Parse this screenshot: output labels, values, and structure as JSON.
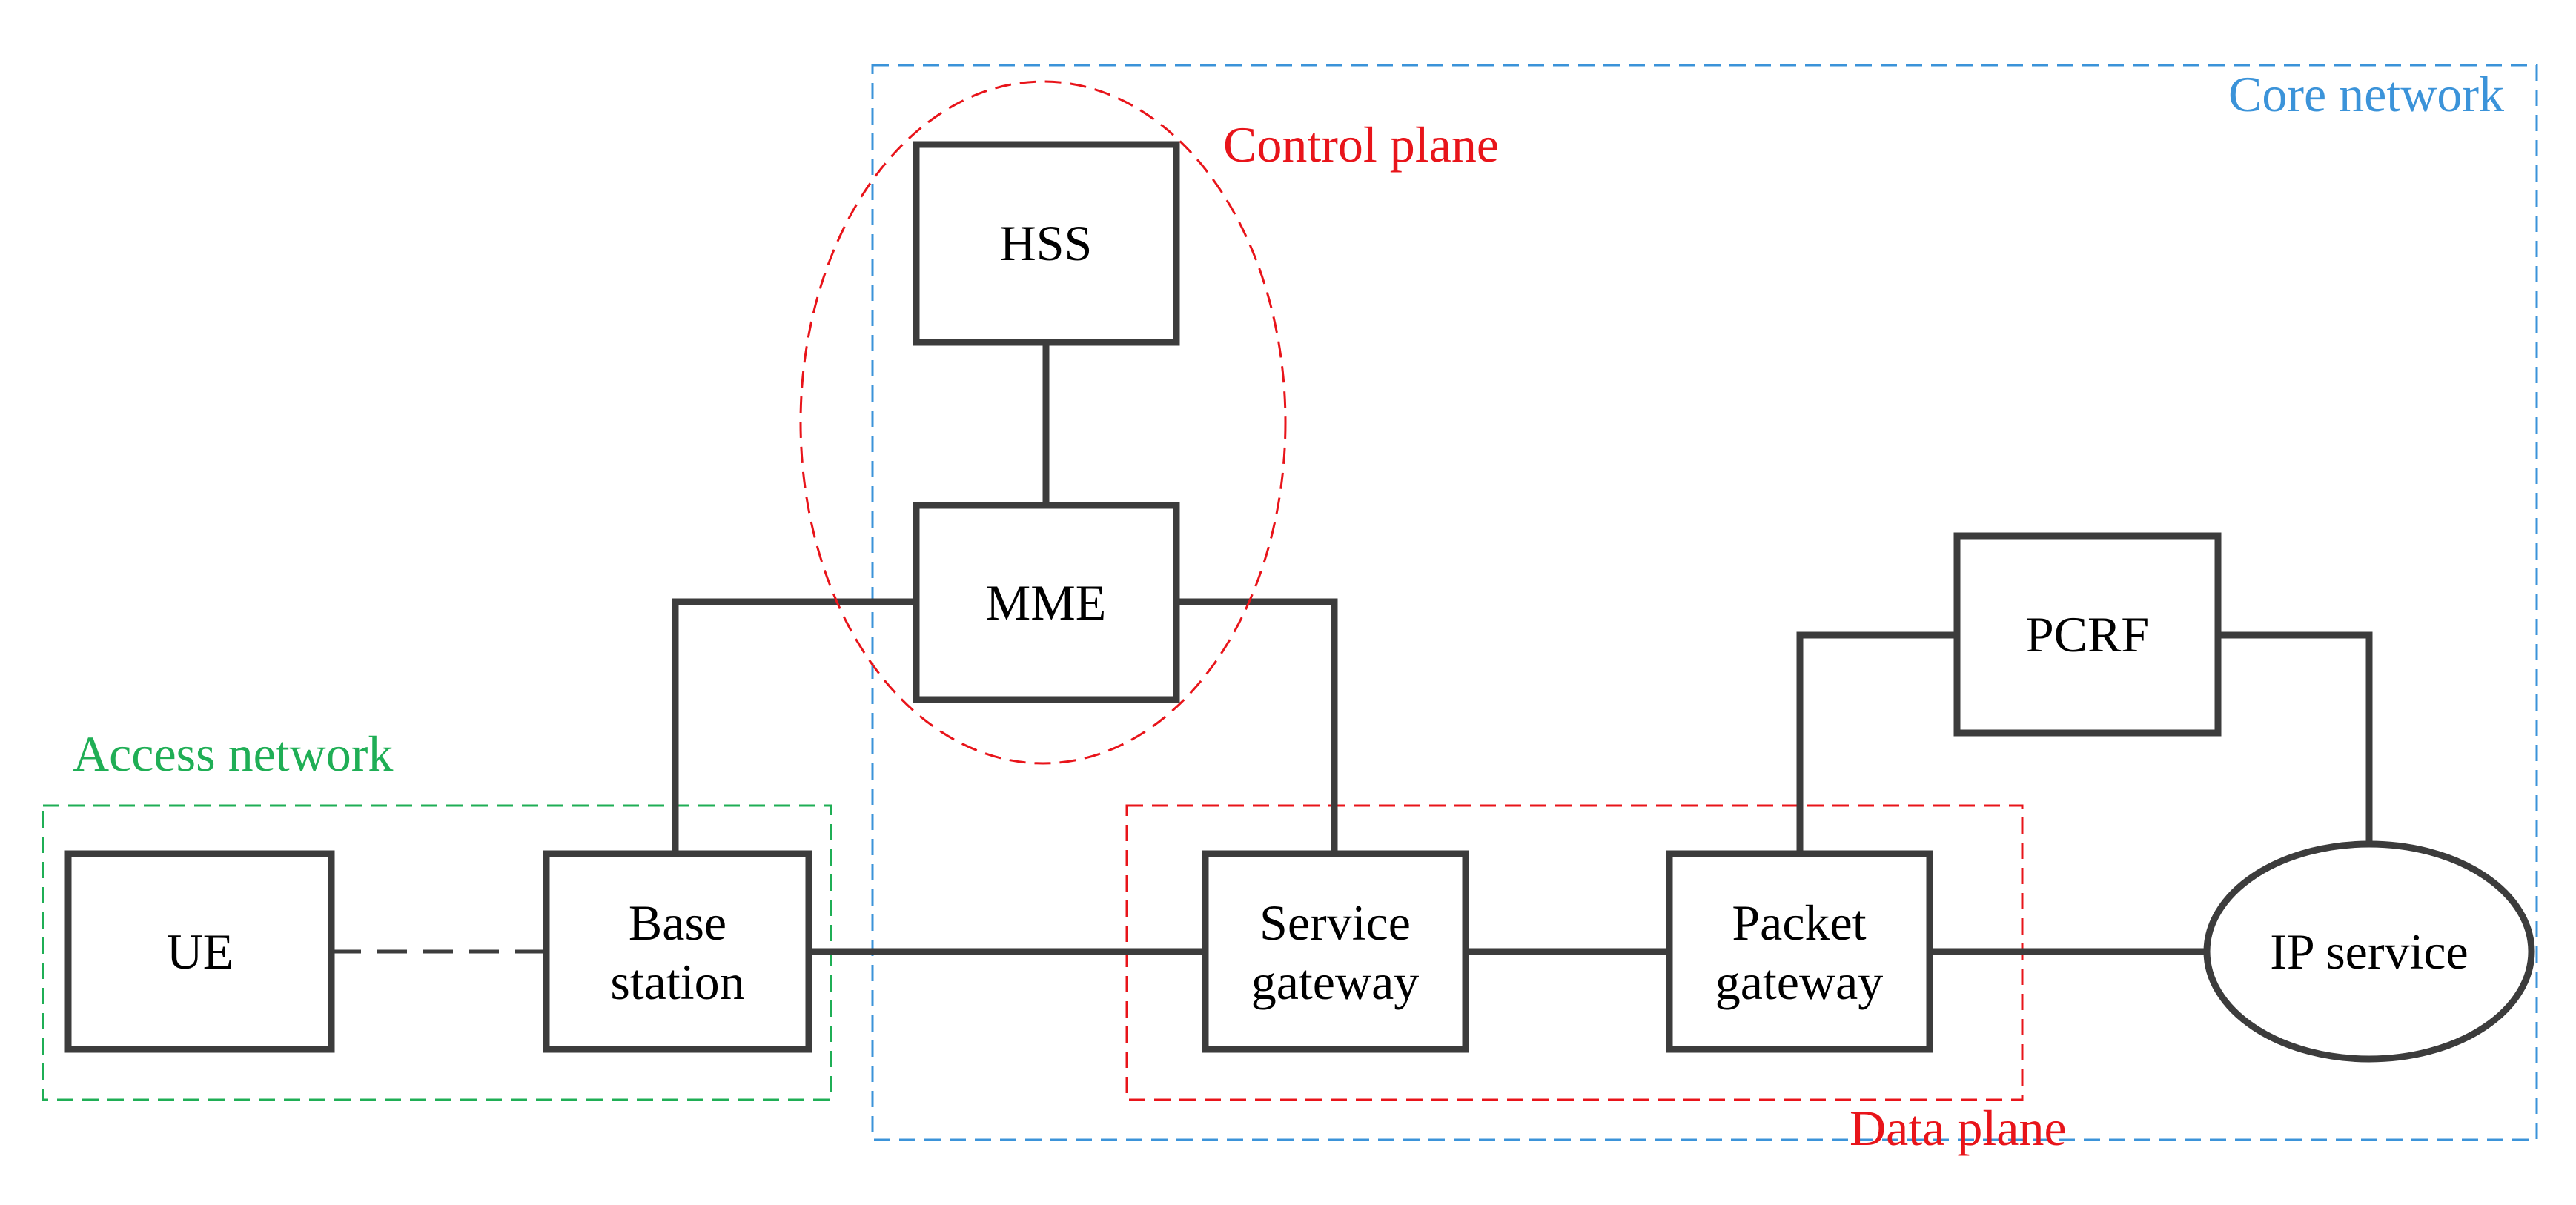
{
  "colors": {
    "core_network": "#3b93d9",
    "access_network": "#1fae55",
    "control_plane": "#e8141a",
    "data_plane": "#e8141a",
    "line": "#3c3c3c"
  },
  "regions": {
    "core_network": "Core network",
    "access_network": "Access network",
    "control_plane": "Control plane",
    "data_plane": "Data plane"
  },
  "nodes": {
    "hss": [
      "HSS"
    ],
    "mme": [
      "MME"
    ],
    "pcrf": [
      "PCRF"
    ],
    "ue": [
      "UE"
    ],
    "base_station": [
      "Base",
      "station"
    ],
    "service_gateway": [
      "Service",
      "gateway"
    ],
    "packet_gateway": [
      "Packet",
      "gateway"
    ],
    "ip_service": [
      "IP service"
    ]
  }
}
